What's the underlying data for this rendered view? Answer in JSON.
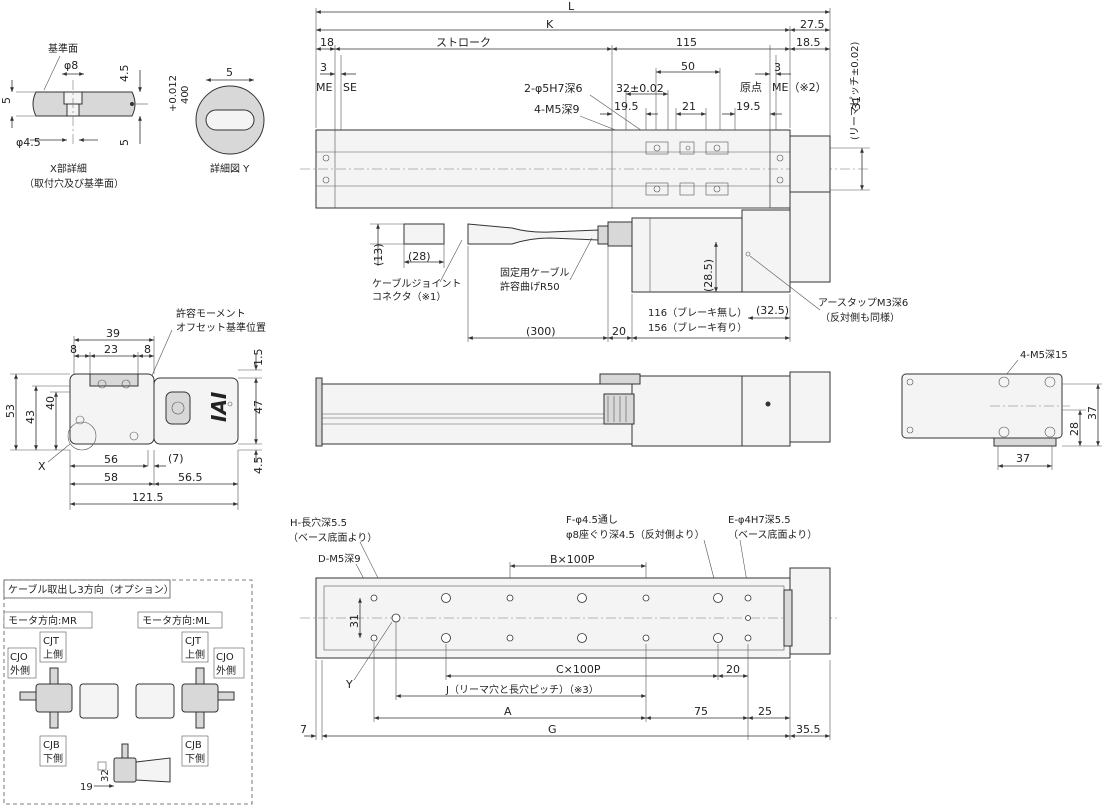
{
  "top_view": {
    "dims": {
      "L": "L",
      "K": "K",
      "d27_5": "27.5",
      "d18": "18",
      "stroke": "ストローク",
      "d115": "115",
      "d18_5": "18.5",
      "d3a": "3",
      "d3b": "3",
      "d50": "50",
      "d32": "32±0.02",
      "d19_5a": "19.5",
      "d21": "21",
      "d19_5b": "19.5",
      "d31": "31",
      "pitch": "(リーマピッチ±0.02)"
    },
    "labels": {
      "ME_left": "ME",
      "SE": "SE",
      "origin": "原点",
      "ME_right": "ME（※2）",
      "hole_2phi5": "2-φ5H7深6",
      "hole_4m5": "4-M5深9"
    }
  },
  "cable_view": {
    "d13": "(13)",
    "d28": "(28)",
    "connector": "ケーブルジョイント\nコネクタ（※1）",
    "cable_label_1": "固定用ケーブル",
    "cable_label_2": "許容曲げR50",
    "d300": "(300)",
    "d20": "20",
    "d28_5": "(28.5)",
    "d32_5": "(32.5)",
    "motor_len_1": "116（ブレーキ無し）",
    "motor_len_2": "156（ブレーキ有り）",
    "earth_tap_1": "アースタップM3深6",
    "earth_tap_2": "（反対側も同様）"
  },
  "x_detail": {
    "ref": "基準面",
    "phi8": "φ8",
    "d4_5": "4.5",
    "d5a": "5",
    "d5b": "5",
    "phi4_5": "φ4.5",
    "title_1": "X部詳細",
    "title_2": "（取付穴及び基準面）"
  },
  "y_detail": {
    "tol": "+0.012",
    "tol0": "0",
    "d5": "5",
    "title": "詳細図 Y"
  },
  "end_view": {
    "moment_1": "許容モーメント",
    "moment_2": "オフセット基準位置",
    "d39": "39",
    "d8a": "8",
    "d23": "23",
    "d8b": "8",
    "d1_5": "1.5",
    "d53": "53",
    "d43": "43",
    "d40": "40",
    "d47": "47",
    "d4_5": "4.5",
    "d56": "56",
    "d7": "(7)",
    "d58": "58",
    "d56_5": "56.5",
    "d121_5": "121.5",
    "X": "X",
    "logo": "IAI"
  },
  "motor_end": {
    "holes": "4-M5深15",
    "d37a": "37",
    "d28": "28",
    "d37b": "37"
  },
  "bottom_view": {
    "h_hole_1": "H-長穴深5.5",
    "h_hole_2": "（ベース底面より）",
    "d_hole": "D-M5深9",
    "f_hole_1": "F-φ4.5通し",
    "f_hole_2": "φ8座ぐり深4.5（反対側より）",
    "e_hole_1": "E-φ4H7深5.5",
    "e_hole_2": "（ベース底面より）",
    "bx": "B×100P",
    "cx": "C×100P",
    "d20": "20",
    "d31": "31",
    "j": "J（リーマ穴と長穴ピッチ）（※3）",
    "a": "A",
    "d75": "75",
    "d25": "25",
    "d7": "7",
    "g": "G",
    "d35_5": "35.5",
    "Y": "Y"
  },
  "option_box": {
    "title": "ケーブル取出し3方向（オプション）",
    "mr": "モータ方向:MR",
    "ml": "モータ方向:ML",
    "cjt_1": "CJT",
    "cjt_2": "上側",
    "cjo_1": "CJO",
    "cjo_2": "外側",
    "cjb_1": "CJB",
    "cjb_2": "下側",
    "d32": "32",
    "d19": "19"
  }
}
